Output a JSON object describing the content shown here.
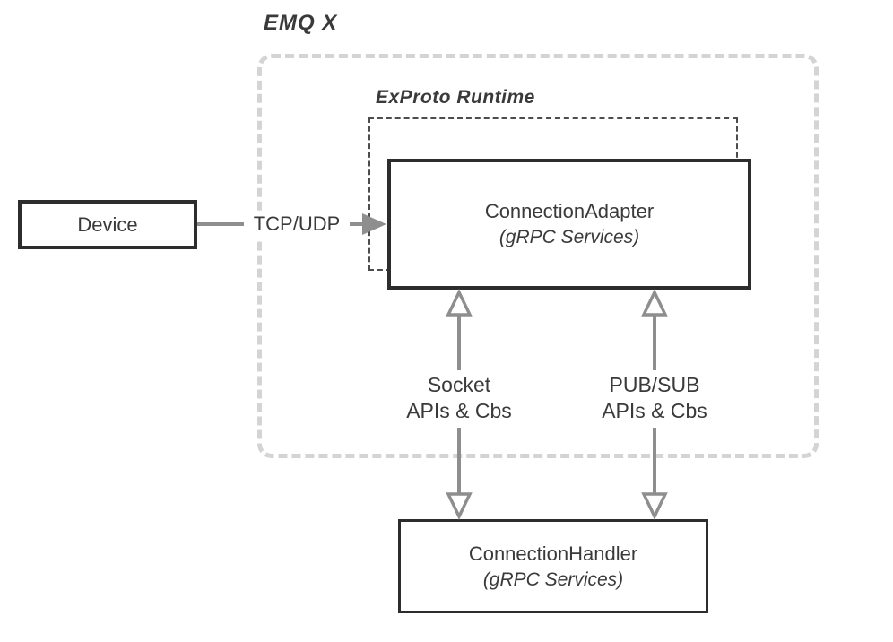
{
  "labels": {
    "emqx": "EMQ X",
    "exproto": "ExProto Runtime"
  },
  "boxes": {
    "device": {
      "label": "Device"
    },
    "adapter": {
      "title": "ConnectionAdapter",
      "subtitle": "(gRPC Services)"
    },
    "handler": {
      "title": "ConnectionHandler",
      "subtitle": "(gRPC Services)"
    }
  },
  "connectors": {
    "tcp_udp": {
      "label": "TCP/UDP",
      "direction": "device-to-adapter"
    },
    "socket": {
      "line1": "Socket",
      "line2": "APIs & Cbs",
      "direction": "bidirectional"
    },
    "pubsub": {
      "line1": "PUB/SUB",
      "line2": "APIs & Cbs",
      "direction": "bidirectional"
    }
  },
  "colors": {
    "box_border": "#2d2d2d",
    "text_color": "#3a3a3a",
    "arrow_color": "#8e8e8e",
    "outer_dash_color": "#d4d4d4",
    "inner_dash_color": "#4d4d4d",
    "bg_color": "#ffffff"
  }
}
